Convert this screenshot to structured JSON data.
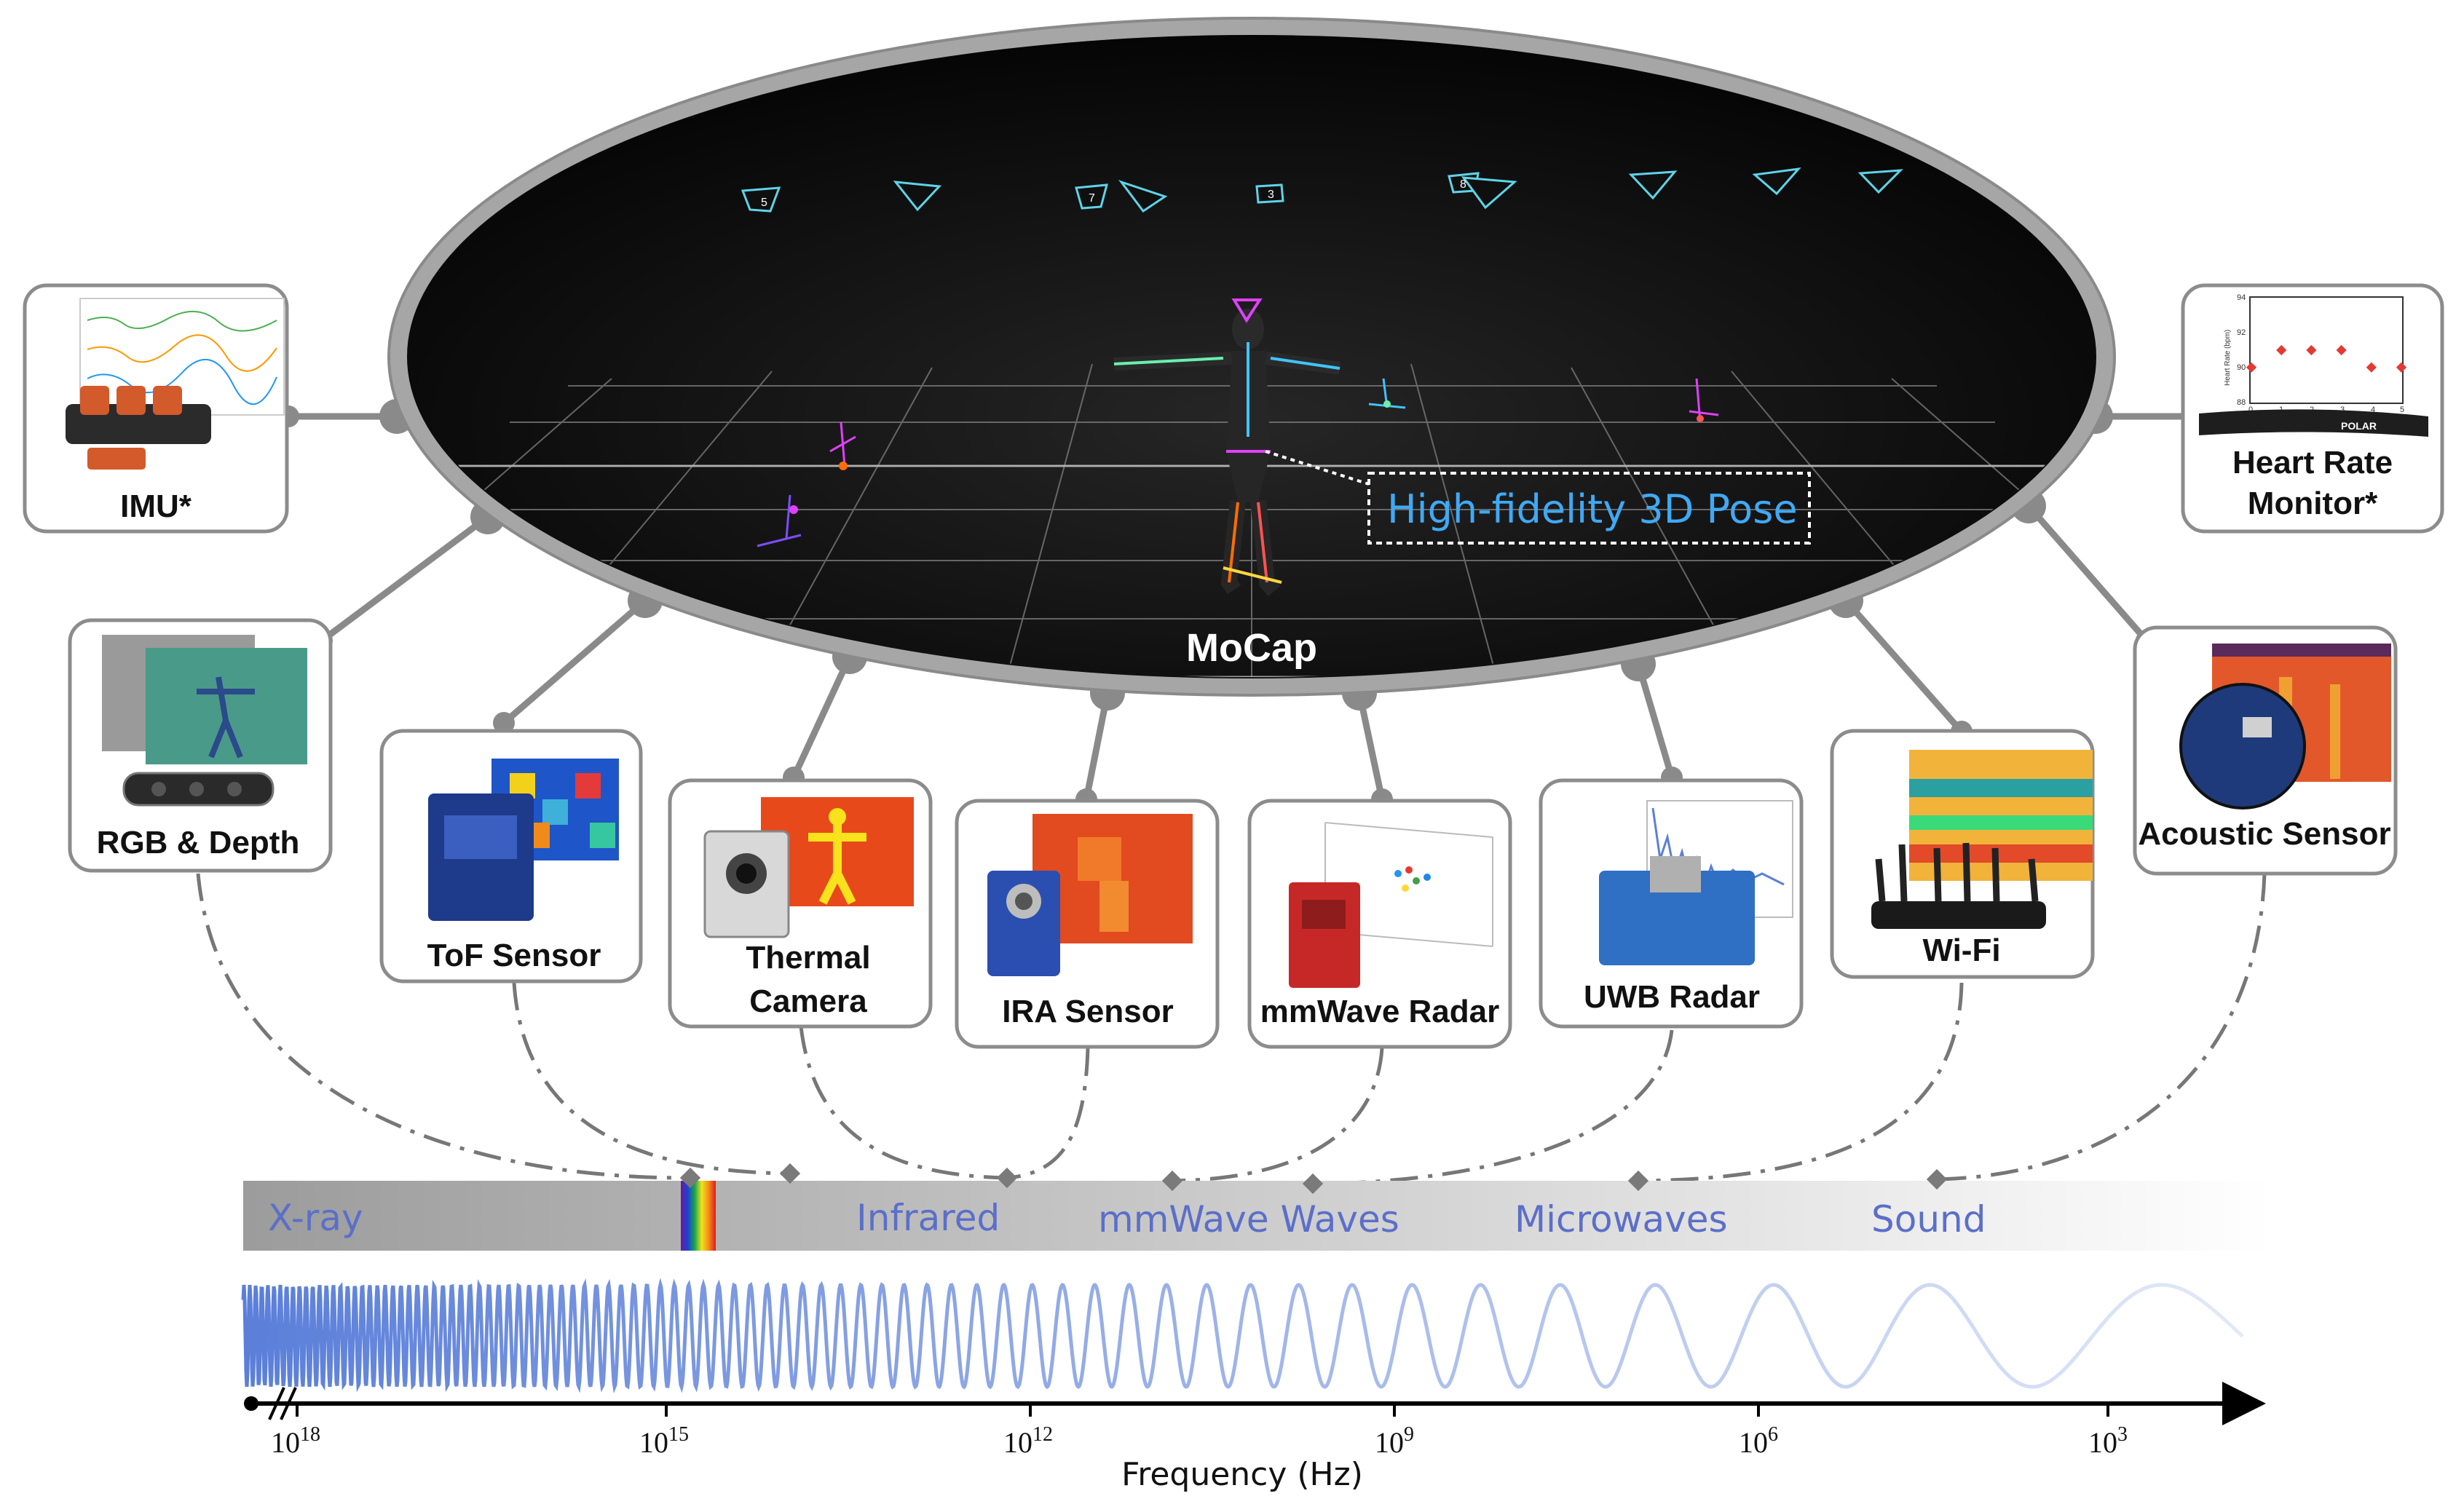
{
  "mocap": {
    "label": "MoCap",
    "callout": "High-fidelity 3D Pose",
    "camera_tags": [
      "3",
      "7",
      "5",
      "8"
    ]
  },
  "sensors": [
    {
      "id": "imu",
      "lines": [
        "IMU*"
      ]
    },
    {
      "id": "heart-rate",
      "lines": [
        "Heart Rate",
        "Monitor*"
      ]
    },
    {
      "id": "rgb-depth",
      "lines": [
        "RGB & Depth"
      ]
    },
    {
      "id": "tof",
      "lines": [
        "ToF Sensor"
      ]
    },
    {
      "id": "thermal",
      "lines": [
        "Thermal",
        "Camera"
      ]
    },
    {
      "id": "ira",
      "lines": [
        "IRA Sensor"
      ]
    },
    {
      "id": "mmwave",
      "lines": [
        "mmWave Radar"
      ]
    },
    {
      "id": "uwb",
      "lines": [
        "UWB Radar"
      ]
    },
    {
      "id": "wifi",
      "lines": [
        "Wi-Fi"
      ]
    },
    {
      "id": "acoustic",
      "lines": [
        "Acoustic Sensor"
      ]
    }
  ],
  "spectrum": {
    "bands": [
      "X-ray",
      "Infrared",
      "mmWave Waves",
      "Microwaves",
      "Sound"
    ],
    "axis_title": "Frequency (Hz)",
    "ticks": [
      {
        "base": "10",
        "exp": "18"
      },
      {
        "base": "10",
        "exp": "15"
      },
      {
        "base": "10",
        "exp": "12"
      },
      {
        "base": "10",
        "exp": "9"
      },
      {
        "base": "10",
        "exp": "6"
      },
      {
        "base": "10",
        "exp": "3"
      }
    ]
  },
  "heart_rate_chart": {
    "ylabel": "Heart Rate (bpm)",
    "yticks": [
      "94",
      "92",
      "90",
      "88"
    ],
    "xticks": [
      "0",
      "1",
      "2",
      "3",
      "4",
      "5"
    ],
    "values": [
      90,
      91,
      91,
      91,
      90,
      90
    ],
    "strap_brand": "POLAR"
  },
  "colors": {
    "band_text": "#5b6fc9",
    "callout": "#3fa9f5",
    "mocap_bg": "#0b0b0b",
    "ring": "#a6a6a6"
  }
}
